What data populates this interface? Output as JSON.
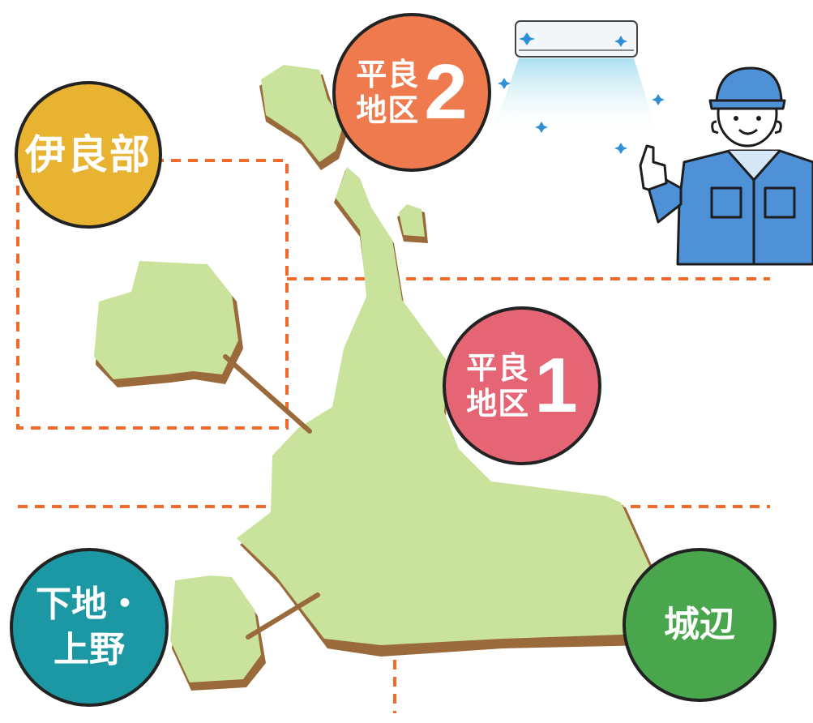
{
  "colors": {
    "land": "#c9e39c",
    "land_shadow": "#9a6a3a",
    "dash": "#f06a2a",
    "outline": "#222222"
  },
  "districts": {
    "irabu": {
      "label": "伊良部",
      "color": "#e8b331"
    },
    "hirara2": {
      "label_line1": "平良",
      "label_line2": "地区",
      "number": "2",
      "color": "#ee7a4e"
    },
    "hirara1": {
      "label_line1": "平良",
      "label_line2": "地区",
      "number": "1",
      "color": "#e66575"
    },
    "shimoji": {
      "label_line1": "下地・",
      "label_line2": "上野",
      "color": "#1b98a3"
    },
    "gusukube": {
      "label": "城辺",
      "color": "#4aa64c"
    }
  },
  "icons": {
    "air_conditioner": "air-conditioner-icon",
    "technician": "technician-illustration"
  }
}
